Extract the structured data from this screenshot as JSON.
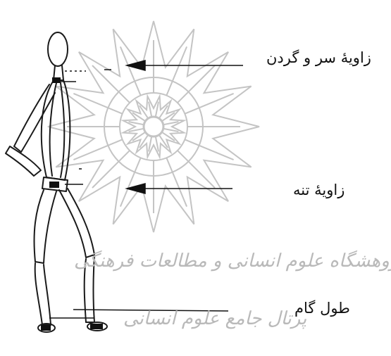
{
  "labels": {
    "head_neck_angle": "زاویهٔ سر و گردن",
    "trunk_angle": "زاویهٔ تنه",
    "step_length": "طول گام"
  },
  "watermark": {
    "line1": "پژوهشگاه علوم انسانی و مطالعات فرهنگی",
    "line2": "پرتال جامع علوم انسانی",
    "color": "#b9b9b9"
  },
  "colors": {
    "figure_stroke": "#1a1a1a",
    "joint_marker": "#111111",
    "arrow": "#111111"
  }
}
